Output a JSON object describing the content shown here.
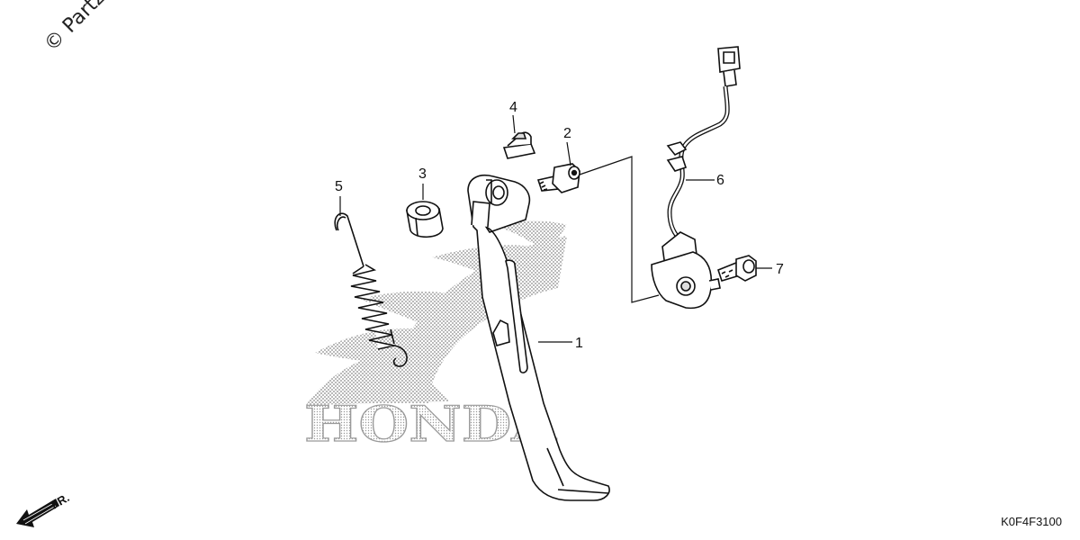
{
  "watermark": "© Partz",
  "logo": {
    "text": "HONDA"
  },
  "direction": {
    "label": "FR."
  },
  "diagram_code": "K0F4F3100",
  "callouts": [
    {
      "number": "1",
      "part": "side-stand"
    },
    {
      "number": "2",
      "part": "pivot-bolt"
    },
    {
      "number": "3",
      "part": "rubber-bushing"
    },
    {
      "number": "4",
      "part": "rubber-stopper"
    },
    {
      "number": "5",
      "part": "return-spring"
    },
    {
      "number": "6",
      "part": "side-stand-switch"
    },
    {
      "number": "7",
      "part": "flange-bolt"
    }
  ]
}
